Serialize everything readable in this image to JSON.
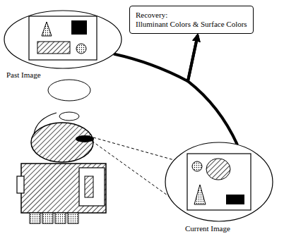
{
  "diagram": {
    "nodes": [
      {
        "text": [
          "Past Image"
        ]
      },
      {
        "text": [
          "Recovery:",
          "Illuminant Colors & Surface Colors"
        ]
      },
      {
        "text": [
          "Current Image"
        ]
      }
    ],
    "edges": [
      {
        "from": 0,
        "to": 1,
        "arrow": "to"
      },
      {
        "from": 2,
        "to": 1,
        "arrow": "to"
      }
    ]
  }
}
